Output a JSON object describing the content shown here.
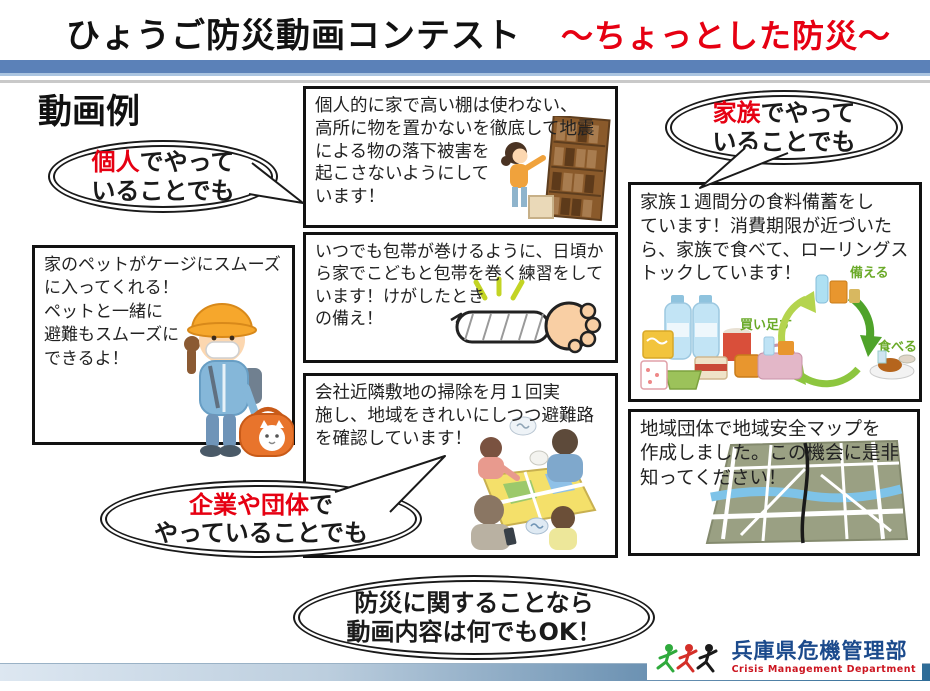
{
  "header": {
    "title": "ひょうご防災動画コンテスト",
    "subtitle": "～ちょっとした防災～"
  },
  "section": {
    "heading": "動画例"
  },
  "bubbles": {
    "individual": {
      "highlight": "個人",
      "suffix": "でやって",
      "line2": "いることでも"
    },
    "family": {
      "highlight": "家族",
      "suffix": "でやって",
      "line2": "いることでも"
    },
    "organization": {
      "highlight": "企業や団体",
      "suffix": "で",
      "line2": "やっていることでも"
    },
    "ok": {
      "lines": [
        "防災に関することなら",
        "動画内容は何でもOK！"
      ]
    }
  },
  "boxes": {
    "shelf": {
      "lines": [
        "個人的に家で高い棚は使わない、",
        "高所に物を置かないを徹底して地震",
        "による物の落下被害を",
        "起こさないようにして",
        "います！"
      ],
      "illustration": "woman-next-to-tall-bookshelf"
    },
    "pet": {
      "lines": [
        "家のペットがケージにスムーズ",
        "に入ってくれる！",
        "ペットと一緒に",
        "避難もスムーズに",
        "できるよ！"
      ],
      "illustration": "child-with-helmet-and-pet-carrier"
    },
    "bandage": {
      "lines": [
        "いつでも包帯が巻けるように、日頃か",
        "ら家でこどもと包帯を巻く練習をして",
        "います！けがしたとき",
        "の備え！"
      ],
      "illustration": "bandaged-arm-fist"
    },
    "company": {
      "lines": [
        "会社近隣敷地の掃除を月１回実",
        "施し、地域をきれいにしつつ避難路",
        "を確認しています！"
      ],
      "illustration": "family-checking-evacuation-map"
    },
    "food": {
      "lines": [
        "家族１週間分の食料備蓄をし",
        "ています！消費期限が近づいた",
        "ら、家族で食べて、ローリングス",
        "トックしています！"
      ],
      "illustration": "rolling-stock-cycle",
      "cycle_labels": {
        "prepare": "備える",
        "eat": "食べる",
        "buy": "買い足す"
      }
    },
    "map": {
      "lines": [
        "地域団体で地域安全マップを",
        "作成しました。この機会に是非",
        "知ってください！"
      ],
      "illustration": "community-safety-map"
    }
  },
  "footer": {
    "logo_text": "兵庫県危機管理部",
    "logo_subtext": "Crisis Management Department"
  },
  "colors": {
    "accent_red": "#e60012",
    "divider_blue": "#5b81b8",
    "footer_bar_start": "#dde7f1",
    "footer_bar_end": "#2e6c97",
    "logo_blue": "#1b4a8c",
    "logo_red": "#cc1520",
    "cycle_green": "#76b82a"
  }
}
